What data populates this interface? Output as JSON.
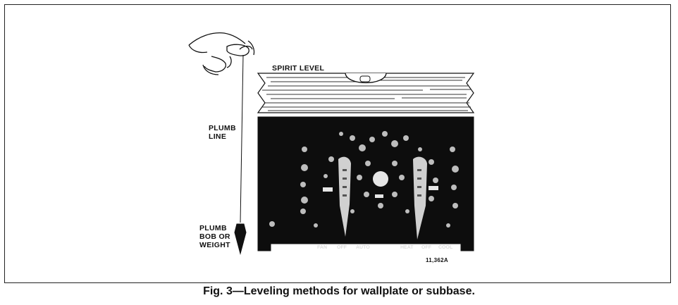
{
  "figure": {
    "caption": "Fig. 3—Leveling methods for wallplate or subbase.",
    "labels": {
      "spirit_level": "SPIRIT LEVEL",
      "plumb_line_1": "PLUMB",
      "plumb_line_2": "LINE",
      "plumb_bob_1": "PLUMB",
      "plumb_bob_2": "BOB OR",
      "plumb_bob_3": "WEIGHT",
      "figure_number": "11,362A"
    },
    "switch_labels": {
      "left_1": "FAN",
      "left_2": "OFF",
      "left_3": "AUTO",
      "right_1": "HEAT",
      "right_2": "OFF",
      "right_3": "COOL"
    }
  }
}
